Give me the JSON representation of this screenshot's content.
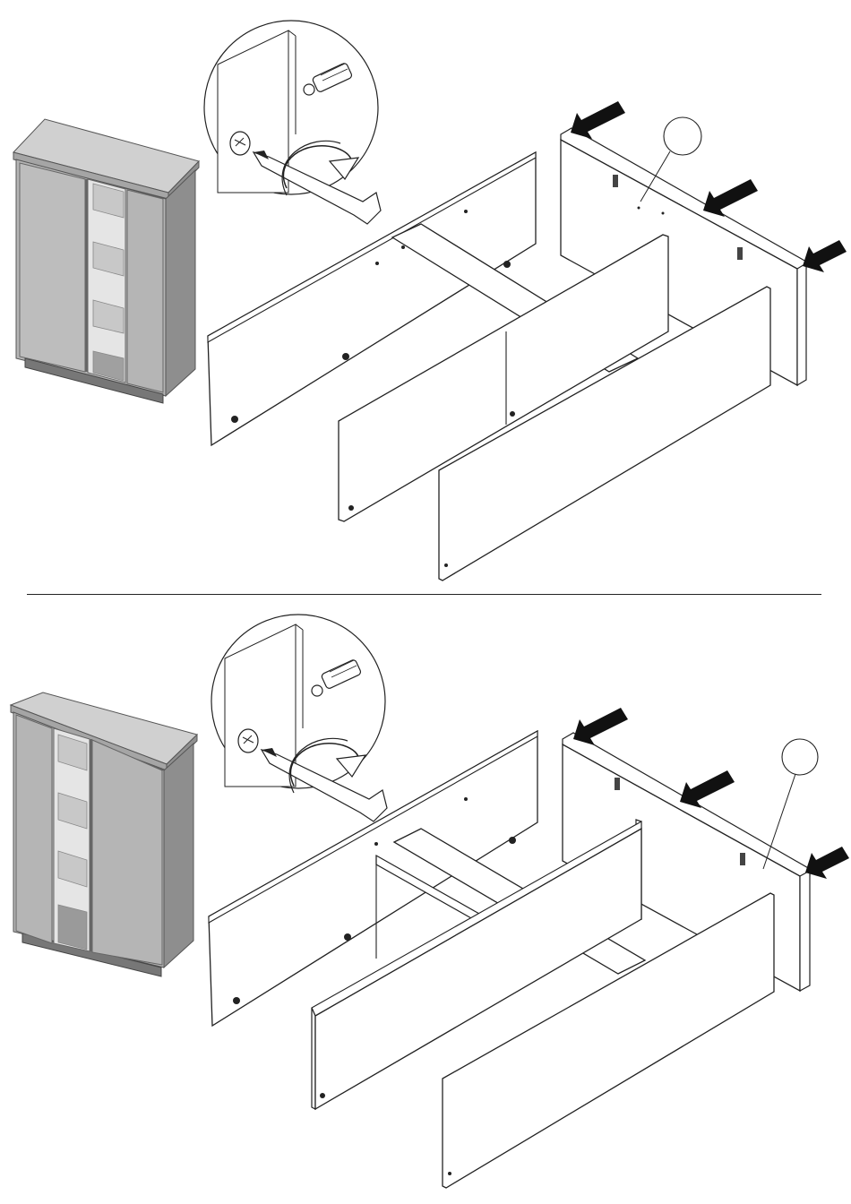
{
  "page": {
    "type": "assembly-instructions",
    "steps": [
      {
        "id": "step-top",
        "callout_label": "",
        "arrow_count": 3,
        "cabinet_variant": "glass-door-center-right"
      },
      {
        "id": "step-bottom",
        "callout_label": "",
        "arrow_count": 3,
        "cabinet_variant": "glass-door-center-left"
      }
    ],
    "colors": {
      "line": "#1a1a1a",
      "panel": "#ffffff",
      "cabinet_body": "#b8b8b8",
      "cabinet_dark": "#8c8c8c",
      "cabinet_light": "#d4d4d4",
      "arrow": "#111111"
    },
    "icons": [
      "screwdriver-icon",
      "cam-lock-icon",
      "rotation-arrow-icon",
      "dowel-icon",
      "push-arrow-icon"
    ]
  }
}
